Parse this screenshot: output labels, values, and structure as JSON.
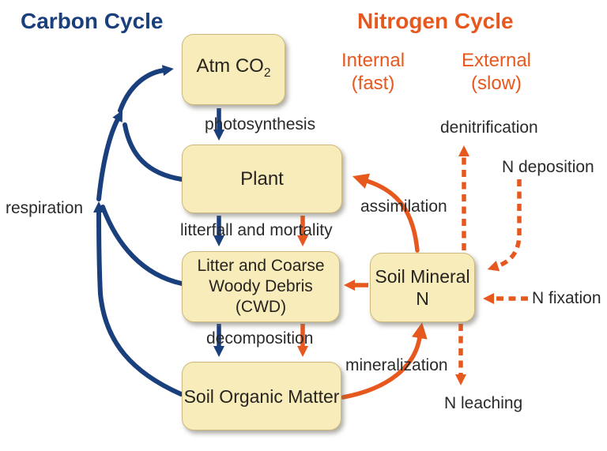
{
  "colors": {
    "carbon_blue": "#1a3f7d",
    "nitrogen_orange": "#e6581e",
    "box_fill": "#f7ecba",
    "box_border": "#cdb97c",
    "label_text": "#2b2a29"
  },
  "titles": {
    "carbon": "Carbon Cycle",
    "nitrogen": "Nitrogen Cycle",
    "internal": "Internal",
    "internal_sub": "(fast)",
    "external": "External",
    "external_sub": "(slow)"
  },
  "boxes": {
    "atm_co2_prefix": "Atm CO",
    "atm_co2_sub": "2",
    "plant": "Plant",
    "cwd_line1": "Litter and Coarse",
    "cwd_line2": "Woody Debris",
    "cwd_line3": "(CWD)",
    "som": "Soil Organic Matter",
    "soil_mineral_line1": "Soil Mineral",
    "soil_mineral_line2": "N"
  },
  "flows": {
    "photosynthesis": "photosynthesis",
    "litterfall": "litterfall and mortality",
    "respiration": "respiration",
    "decomposition": "decomposition",
    "assimilation": "assimilation",
    "mineralization": "mineralization",
    "denitrification": "denitrification",
    "n_deposition": "N deposition",
    "n_fixation": "N fixation",
    "n_leaching": "N leaching"
  }
}
